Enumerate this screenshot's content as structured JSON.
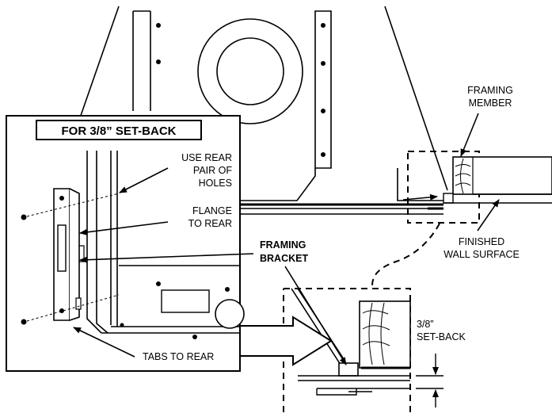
{
  "title_box": "FOR 3/8” SET-BACK",
  "labels": {
    "use_rear": [
      "USE REAR",
      "PAIR OF",
      "HOLES"
    ],
    "flange": [
      "FLANGE",
      "TO REAR"
    ],
    "tabs": "TABS TO REAR",
    "framing_bracket": [
      "FRAMING",
      "BRACKET"
    ],
    "framing_member": [
      "FRAMING",
      "MEMBER"
    ],
    "finished_wall": [
      "FINISHED",
      "WALL SURFACE"
    ],
    "setback": [
      "3/8”",
      "SET-BACK"
    ]
  }
}
